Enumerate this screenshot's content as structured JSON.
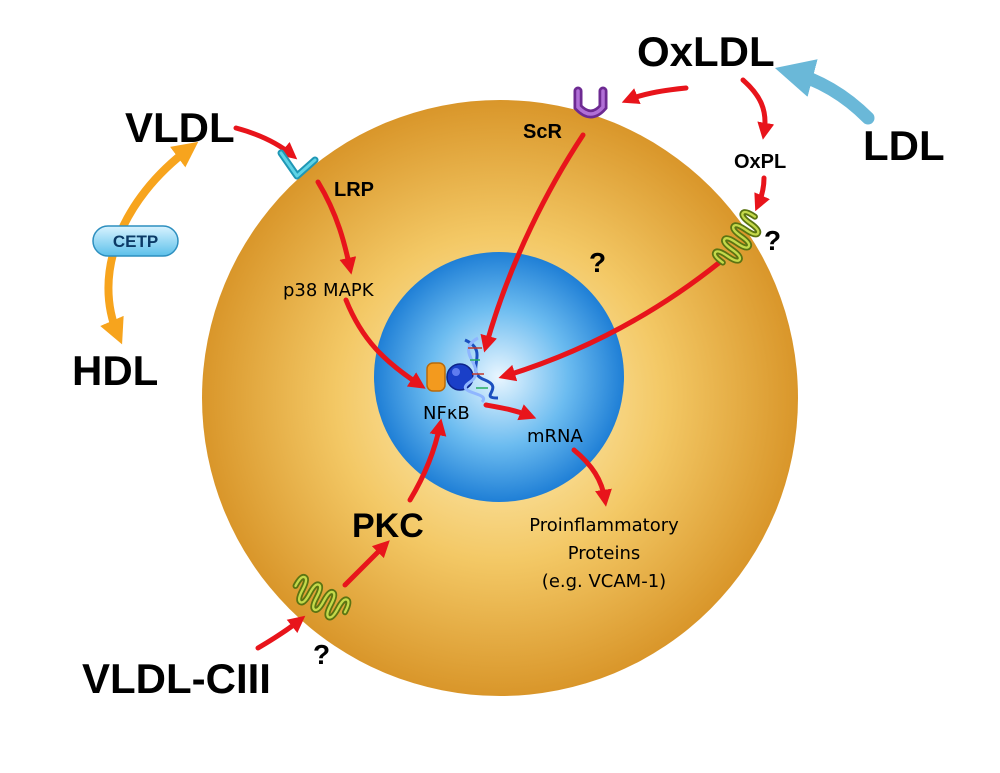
{
  "labels": {
    "vldl": "VLDL",
    "oxldl": "OxLDL",
    "ldl": "LDL",
    "hdl": "HDL",
    "cetp": "CETP",
    "lrp": "LRP",
    "scr": "ScR",
    "oxpl": "OxPL",
    "p38": "p38 MAPK",
    "nfkb": "NFκB",
    "mrna": "mRNA",
    "pkc": "PKC",
    "proteins_line1": "Proinflammatory",
    "proteins_line2": "Proteins",
    "proteins_line3": "(e.g. VCAM-1)",
    "vldl_ciii": "VLDL-CIII",
    "question": "?"
  },
  "colors": {
    "arrow_red": "#e8141b",
    "arrow_orange": "#f7a41d",
    "arrow_blue": "#6ab8d8",
    "cell_body": "#e8a832",
    "nucleus": "#2f8fe0",
    "receptor_green": "#8aa81e",
    "receptor_lrp": "#29b6c9",
    "receptor_scr": "#8a3fb0"
  }
}
